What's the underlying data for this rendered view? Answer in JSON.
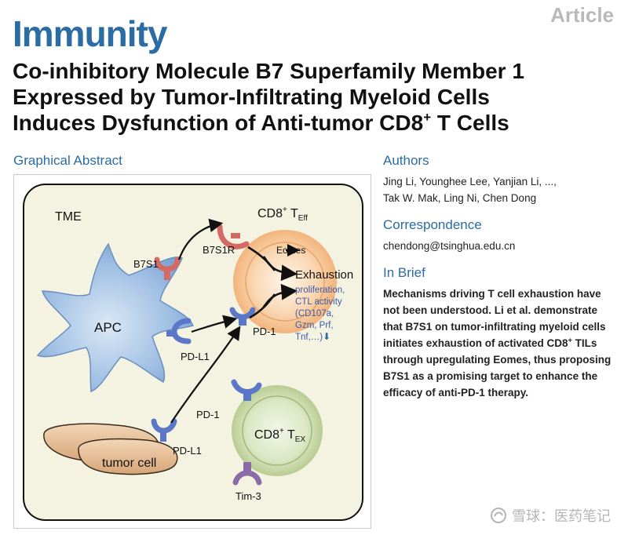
{
  "header": {
    "article_label": "Article",
    "journal": "Immunity",
    "title_lines": [
      "Co-inhibitory Molecule B7 Superfamily Member 1",
      "Expressed by Tumor-Infiltrating Myeloid Cells",
      "Induces Dysfunction of Anti-tumor CD8"
    ],
    "title_sup": "+",
    "title_tail": " T Cells"
  },
  "graphical_abstract": {
    "heading": "Graphical Abstract",
    "tme": "TME",
    "apc": "APC",
    "tumor_cell": "tumor cell",
    "b7s1": "B7S1",
    "b7s1r": "B7S1R",
    "pdl1_apc": "PD-L1",
    "pdl1_tumor": "PD-L1",
    "pd1_eff": "PD-1",
    "pd1_ex": "PD-1",
    "tim3": "Tim-3",
    "cd8_eff": "CD8",
    "cd8_eff_sup": "+",
    "cd8_eff_t": " T",
    "cd8_eff_sub": "Eff",
    "cd8_ex": "CD8",
    "cd8_ex_sup": "+",
    "cd8_ex_t": " T",
    "cd8_ex_sub": "EX",
    "eomes": "Eomes",
    "exhaustion": "Exhaustion",
    "effector_lines": [
      "proliferation,",
      "CTL activity",
      "(CD107a,",
      "Gzm, Prf,",
      "Tnf,…)"
    ],
    "down_arrow": "⬇"
  },
  "authors": {
    "heading": "Authors",
    "line1": "Jing Li, Younghee Lee, Yanjian Li, ...,",
    "line2": "Tak W. Mak, Ling Ni, Chen Dong"
  },
  "correspondence": {
    "heading": "Correspondence",
    "email": "chendong@tsinghua.edu.cn"
  },
  "in_brief": {
    "heading": "In Brief",
    "text_before_sup": "Mechanisms driving T cell exhaustion have not been understood. Li et al. demonstrate that B7S1 on tumor-infiltrating myeloid cells initiates exhaustion of activated CD8",
    "sup": "+",
    "text_after_sup": " TILs through upregulating Eomes, thus proposing B7S1 as a promising target to enhance the efficacy of anti-PD-1 therapy."
  },
  "watermark": {
    "text": "雪球：医药笔记"
  },
  "colors": {
    "brand_blue": "#2a6ca3",
    "tme_bg": "#f4f3e1",
    "apc_fill": "#8fb3dc",
    "eff_cell": "#f7c79a",
    "ex_cell": "#cddcae",
    "receptor_blue": "#5b77c7",
    "receptor_red": "#d46a66",
    "tim3_purple": "#8b6aa8"
  }
}
